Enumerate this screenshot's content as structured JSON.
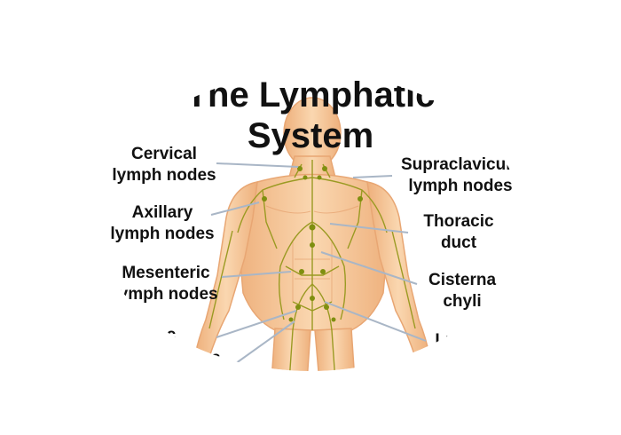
{
  "diagram": {
    "title_line1": "The Lymphatic",
    "title_line2": "System",
    "labels": {
      "cervical_line1": "Cervical",
      "cervical_line2": "lymph nodes",
      "axillary_line1": "Axillary",
      "axillary_line2": "lymph nodes",
      "mesenteric_line1": "Mesenteric",
      "mesenteric_line2": "lymph nodes",
      "iliac_partial": "iac",
      "iliac_partial2": "es",
      "supraclavicular_line1": "Supraclavicula",
      "supraclavicular_line2": "lymph nodes",
      "thoracic_line1": "Thoracic",
      "thoracic_line2": "duct",
      "cisterna_line1": "Cisterna",
      "cisterna_line2": "chyli",
      "lumbar_partial": "Lu"
    },
    "colors": {
      "skin": "#f6c79a",
      "skin_shadow": "#e9a877",
      "vessel": "#9a9a22",
      "node": "#7f8f10",
      "pointer": "#a9b6c6"
    }
  }
}
